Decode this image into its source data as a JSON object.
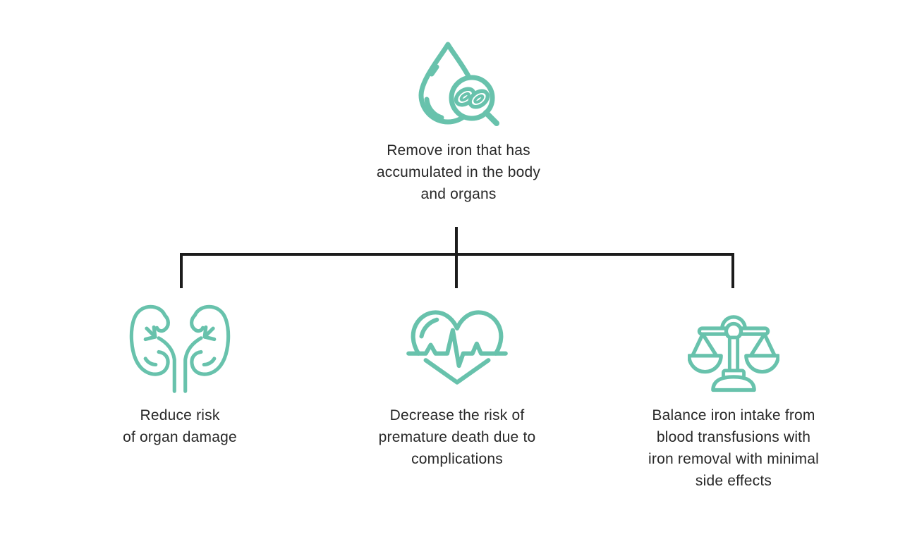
{
  "colors": {
    "accent": "#68c2ac",
    "connector": "#1c1c1c",
    "text": "#282828",
    "background": "#ffffff"
  },
  "root": {
    "icon": "blood-drop-magnifier-icon",
    "text": "Remove iron that has\naccumulated in the body\nand organs"
  },
  "branches": [
    {
      "icon": "kidneys-icon",
      "text": "Reduce risk\nof organ damage"
    },
    {
      "icon": "heart-ecg-icon",
      "text": "Decrease the risk of\npremature death due to\ncomplications"
    },
    {
      "icon": "balance-scale-icon",
      "text": "Balance iron intake from\nblood transfusions with\niron removal with minimal\nside effects"
    }
  ]
}
